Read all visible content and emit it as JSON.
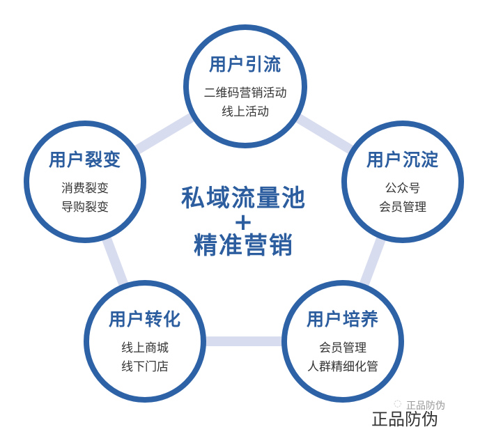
{
  "center": {
    "line1": "私域流量池",
    "plus": "+",
    "line2": "精准营销"
  },
  "nodes": [
    {
      "title": "用户引流",
      "lines": [
        "二维码营销活动",
        "线上活动"
      ]
    },
    {
      "title": "用户沉淀",
      "lines": [
        "公众号",
        "会员管理"
      ]
    },
    {
      "title": "用户培养",
      "lines": [
        "会员管理",
        "人群精细化管"
      ]
    },
    {
      "title": "用户转化",
      "lines": [
        "线上商城",
        "线下门店"
      ]
    },
    {
      "title": "用户裂变",
      "lines": [
        "消费裂变",
        "导购裂变"
      ]
    }
  ],
  "watermark": {
    "small": "正品防伪",
    "big": "正品防伪"
  },
  "colors": {
    "ring": "#2e62a6",
    "title": "#2c5d9e",
    "connector": "#d8dcef"
  }
}
